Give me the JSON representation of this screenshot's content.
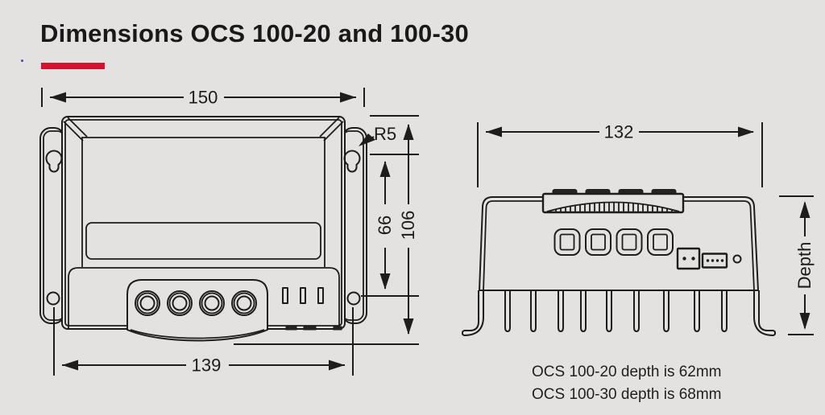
{
  "page": {
    "background_color": "#e3e2e0",
    "line_color": "#1d1d1d"
  },
  "header": {
    "title": "Dimensions OCS 100-20 and 100-30",
    "accent_color": "#d31430"
  },
  "front_view": {
    "description": "front view of controller with mounting dimensions",
    "dim_overall_width": "150",
    "dim_mounting_hole_spacing": "139",
    "dim_hole_vertical_spacing": "66",
    "dim_overall_height": "106",
    "dim_corner_radius": "R5"
  },
  "top_view": {
    "description": "top view of controller with heat-sink fins",
    "dim_body_width": "132",
    "depth_label": "Depth"
  },
  "notes": {
    "line1": "OCS 100-20 depth is 62mm",
    "line2": "OCS 100-30 depth is 68mm"
  }
}
